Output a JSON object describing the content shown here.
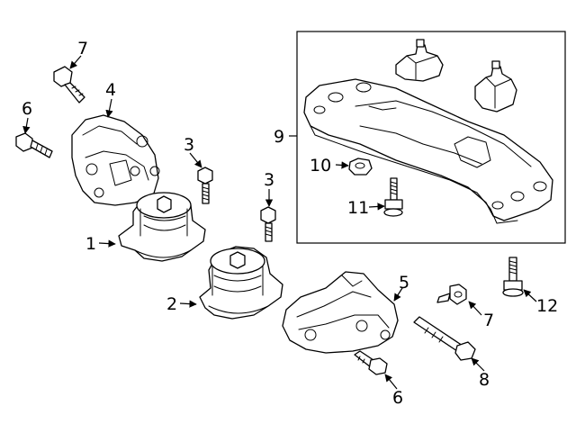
{
  "callouts": {
    "c1": "1",
    "c2": "2",
    "c3a": "3",
    "c3b": "3",
    "c4": "4",
    "c5": "5",
    "c6a": "6",
    "c6b": "6",
    "c7a": "7",
    "c7b": "7",
    "c8": "8",
    "c9": "9",
    "c10": "10",
    "c11": "11",
    "c12": "12"
  }
}
